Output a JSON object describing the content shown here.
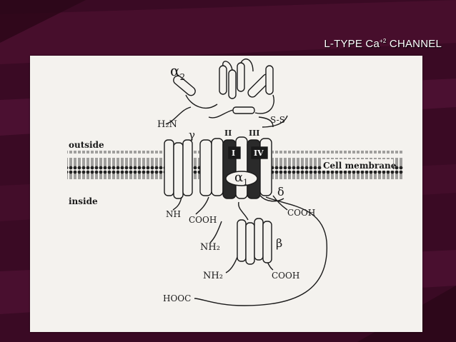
{
  "slide": {
    "title_main": "L-TYPE Ca",
    "title_sup": "+2",
    "title_tail": " CHANNEL",
    "background_color": "#3a0a24",
    "accent_color": "#6b1a45"
  },
  "diagram": {
    "alpha2": "α",
    "alpha2_sub": "2",
    "alpha1": "α",
    "alpha1_sub": "1",
    "beta": "β",
    "gamma": "γ",
    "delta": "δ",
    "h2n": "H₂N",
    "ss": "S-S",
    "outside": "outside",
    "inside": "inside",
    "cell_membrane": "Cell membrane",
    "domain_I": "I",
    "domain_II": "II",
    "domain_III": "III",
    "domain_IV": "IV",
    "nh": "NH",
    "cooh_left": "COOH",
    "cooh_right": "COOH",
    "nh2_mid": "NH₂",
    "nh2_low": "NH₂",
    "cooh_low": "COOH",
    "hooc": "HOOC"
  }
}
